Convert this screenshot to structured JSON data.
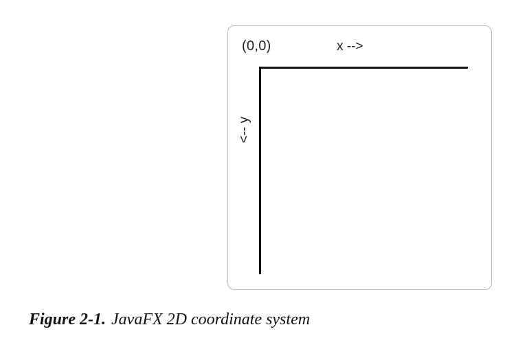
{
  "diagram": {
    "origin_label": "(0,0)",
    "x_axis_label": "x -->",
    "y_axis_label": "<-- y"
  },
  "caption": {
    "figure_label": "Figure 2-1.",
    "text": "JavaFX 2D coordinate system"
  },
  "colors": {
    "axis": "#111111",
    "frame_border": "#b9b9b9",
    "text": "#222222"
  }
}
